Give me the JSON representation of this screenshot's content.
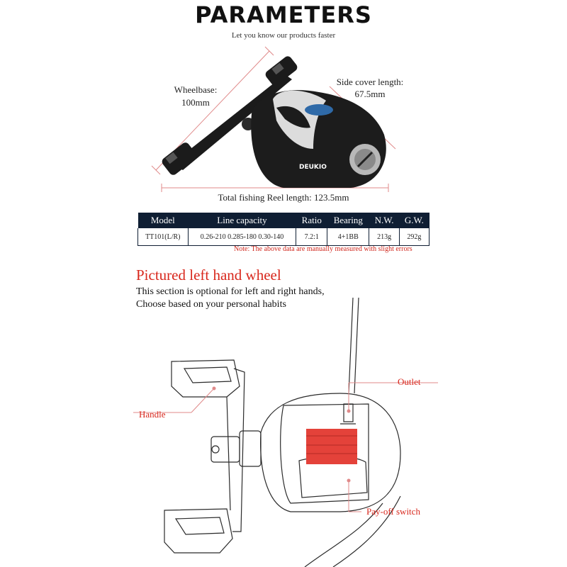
{
  "header": {
    "title": "PARAMETERS",
    "subtitle": "Let you know our products faster"
  },
  "dimensions": {
    "wheelbase_label": "Wheelbase:",
    "wheelbase_value": "100mm",
    "side_cover_label": "Side cover length:",
    "side_cover_value": "67.5mm",
    "total_length": "Total fishing Reel length: 123.5mm",
    "brand_mark": "DEUKIO"
  },
  "specs_table": {
    "headers": [
      "Model",
      "Line capacity",
      "Ratio",
      "Bearing",
      "N.W.",
      "G.W."
    ],
    "row": [
      "TT101(L/R)",
      "0.26-210 0.285-180 0.30-140",
      "7.2:1",
      "4+1BB",
      "213g",
      "292g"
    ]
  },
  "note": "Note: The above data are manually measured with slight errors",
  "left_hand": {
    "title": "Pictured left hand wheel",
    "line1": "This section is optional for left and right hands,",
    "line2": "Choose based on your personal habits"
  },
  "callouts": {
    "handle": "Handle",
    "outlet": "Outlet",
    "payoff": "Pay-off switch"
  },
  "colors": {
    "accent_red": "#d8271c",
    "table_navy": "#0f1e33",
    "dimension_line": "#e08a8a"
  }
}
